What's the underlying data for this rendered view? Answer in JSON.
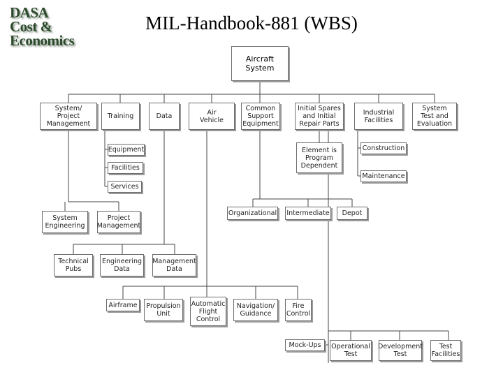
{
  "logo": {
    "line1": "DASA",
    "line2": "Cost &",
    "line3": "Economics"
  },
  "title": "MIL-Handbook-881 (WBS)",
  "root": "Aircraft\nSystem",
  "level2": [
    {
      "label": "System/\nProject\nManagement"
    },
    {
      "label": "Training"
    },
    {
      "label": "Data"
    },
    {
      "label": "Air\nVehicle"
    },
    {
      "label": "Common\nSupport\nEquipment"
    },
    {
      "label": "Initial Spares\nand Initial\nRepair Parts"
    },
    {
      "label": "Industrial\nFacilities"
    },
    {
      "label": "System\nTest and\nEvaluation"
    }
  ],
  "training_children": [
    "Equipment",
    "Facilities",
    "Services"
  ],
  "spares_child": "Element is\nProgram\nDependent",
  "industrial_children": [
    "Construction",
    "Maintenance"
  ],
  "support_children": [
    "Organizational",
    "Intermediate",
    "Depot"
  ],
  "management_children": [
    "System\nEngineering",
    "Project\nManagement"
  ],
  "data_children": [
    "Technical\nPubs",
    "Engineering\nData",
    "Management\nData"
  ],
  "air_vehicle_children": [
    "Airframe",
    "Propulsion\nUnit",
    "Automatic\nFlight\nControl",
    "Navigation/\nGuidance",
    "Fire\nControl"
  ],
  "test_children": [
    "Mock-Ups",
    "Operational\nTest",
    "Development\nTest",
    "Test\nFacilities"
  ]
}
